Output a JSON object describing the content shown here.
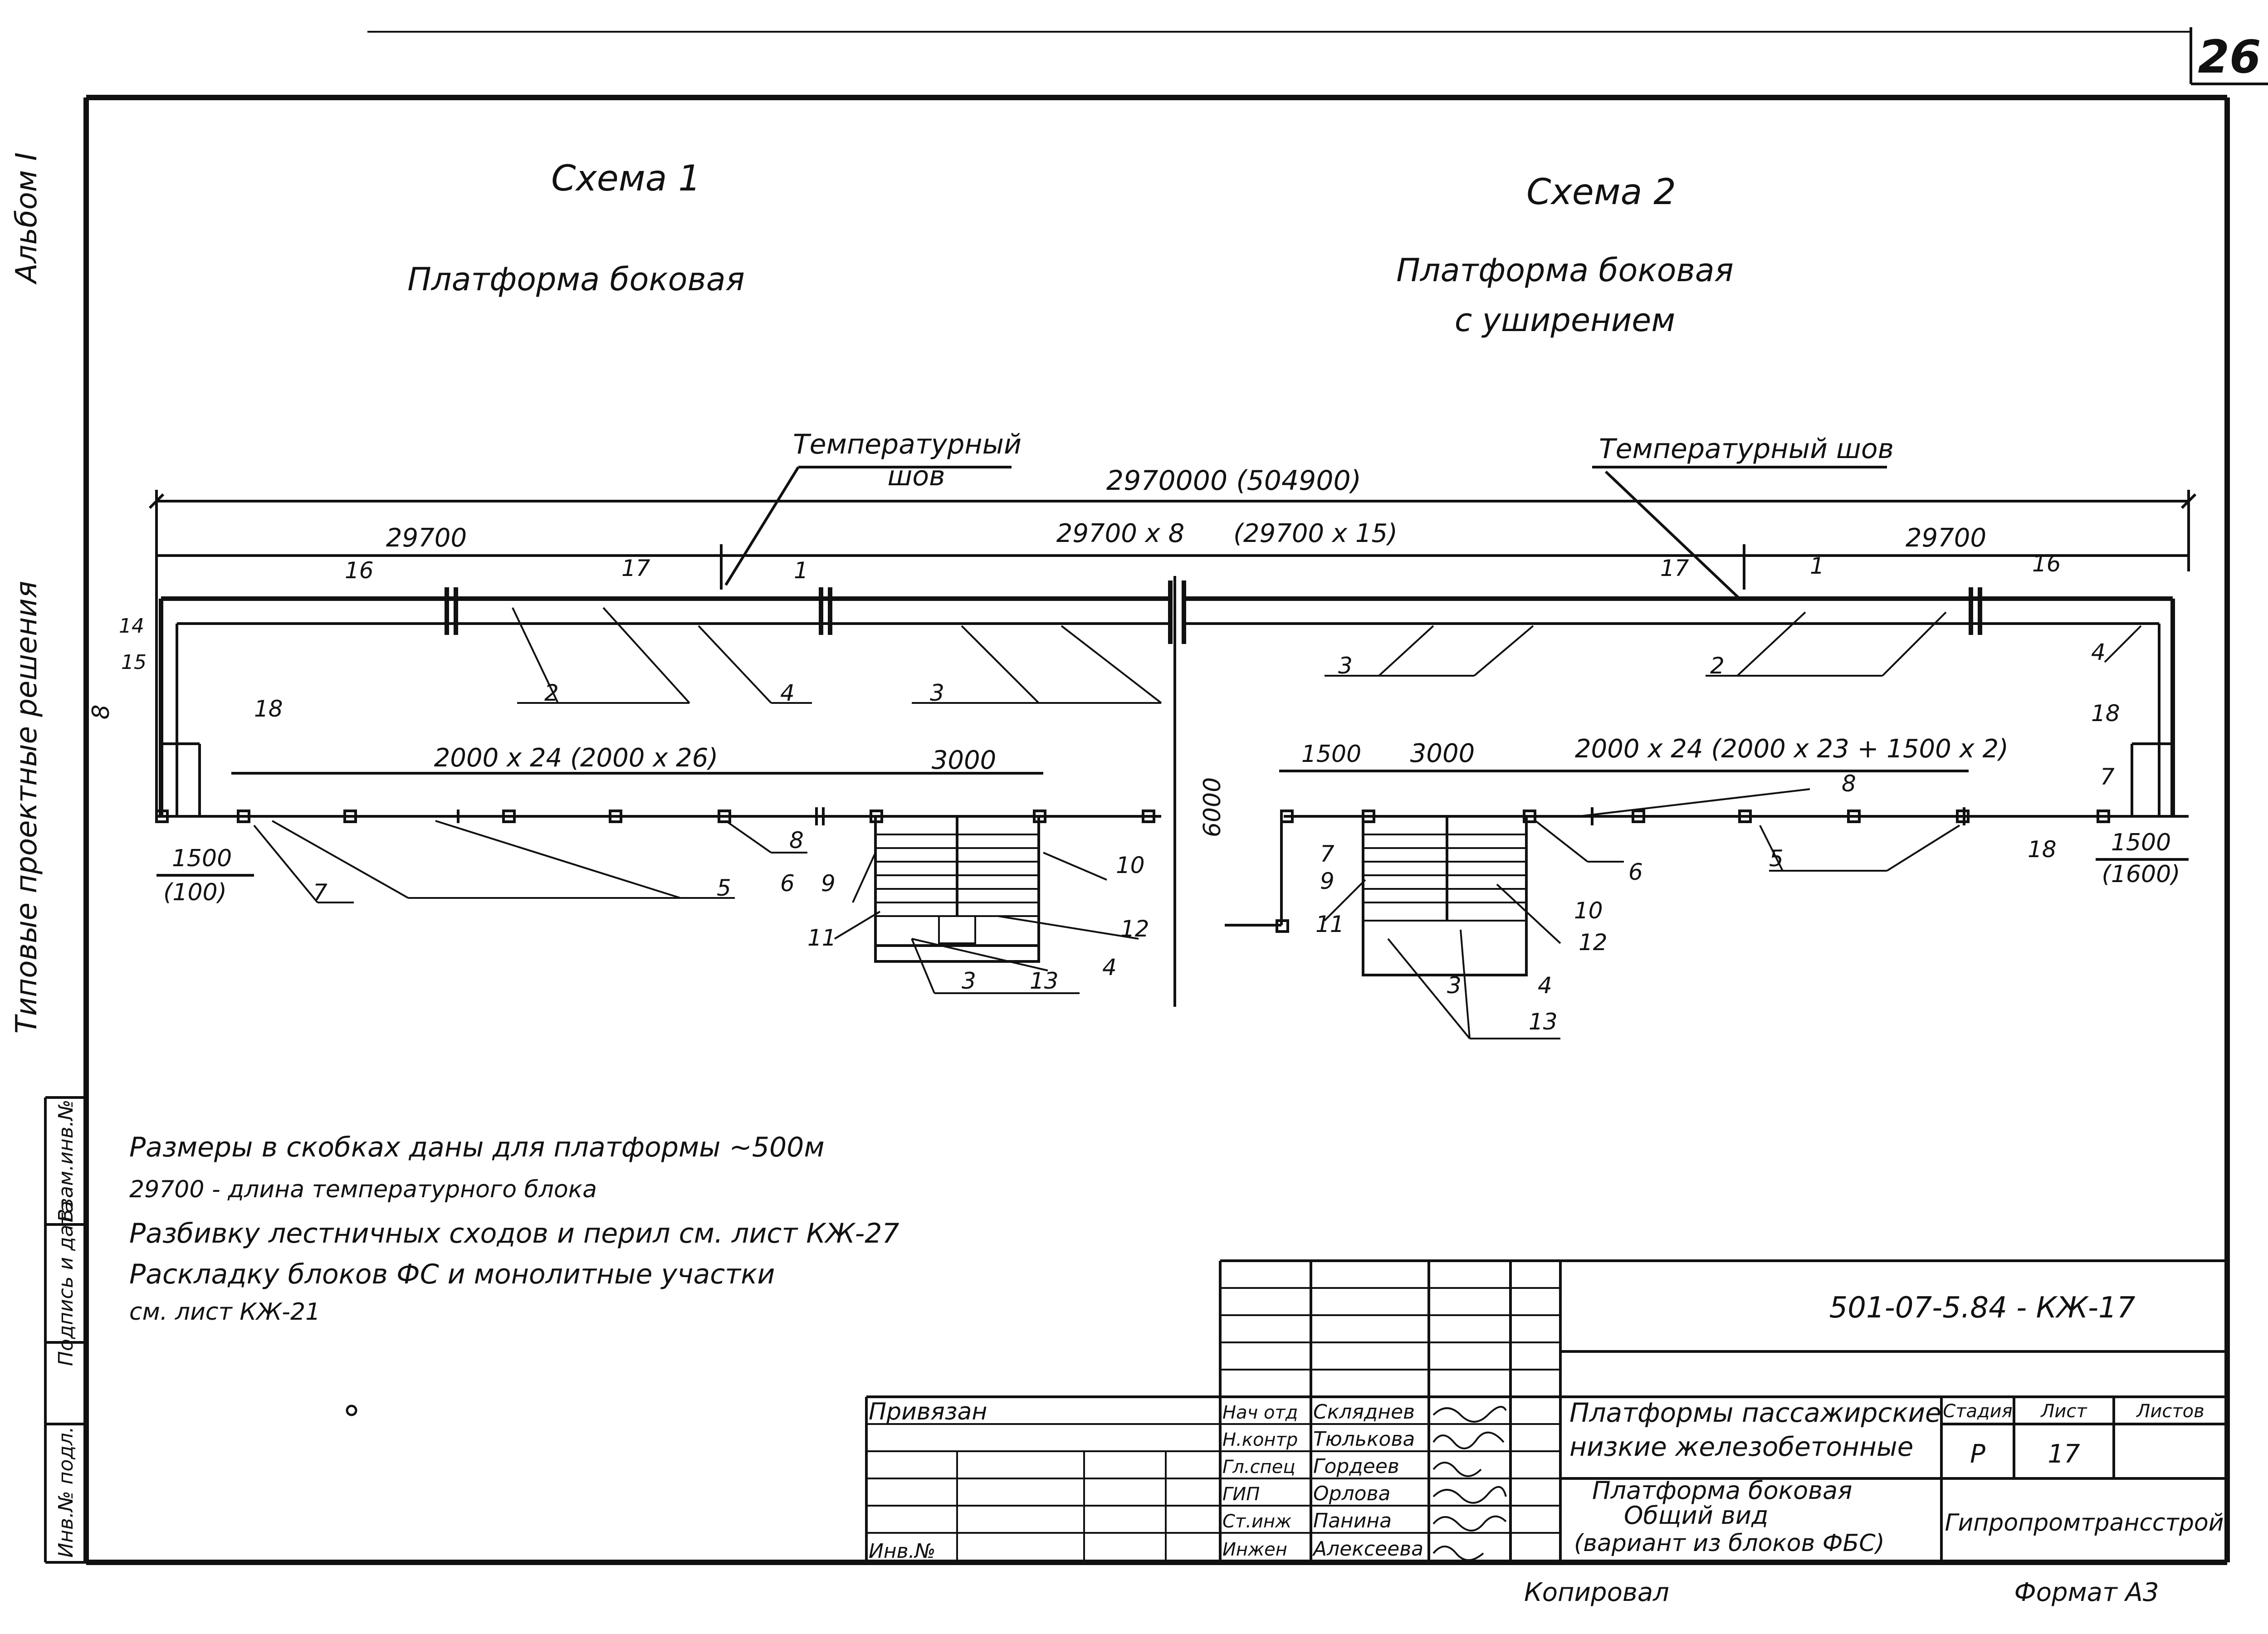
{
  "page_number": "26",
  "side": {
    "album": "Альбом I",
    "section": "Типовые проектные решения",
    "inv_orig": "Инв.№ подл.",
    "sign_date": "Подпись и дата",
    "vzam": "Взам.инв.№"
  },
  "scheme1": {
    "title": "Схема 1",
    "subtitle": "Платформа боковая"
  },
  "scheme2": {
    "title": "Схема 2",
    "subtitle_line1": "Платформа боковая",
    "subtitle_line2": "с уширением"
  },
  "labels": {
    "temp_seam_1a": "Температурный",
    "temp_seam_1b": "шов",
    "temp_seam_2": "Температурный шов",
    "overall_len": "2970000 (504900)",
    "seg_29700_left": "29700",
    "seg_middle": "29700 x 8",
    "seg_middle_alt": "(29700 x 15)",
    "seg_29700_right": "29700",
    "spacing_left": "2000 x 24 (2000 x 26)",
    "spacing_right": "2000 x 24 (2000 x 23 + 1500 x 2)",
    "stair_w_left": "3000",
    "stair_w_right": "3000",
    "stair_off_right": "1500",
    "width_6000": "6000",
    "left_end": "1500",
    "left_end_alt": "(100)",
    "right_end": "1500",
    "right_end_alt": "(1600)",
    "height_8": "8",
    "mark14": "14",
    "mark15": "15"
  },
  "pos_marks_left": [
    "16",
    "17",
    "1",
    "2",
    "3",
    "4",
    "18",
    "5",
    "6",
    "7",
    "8",
    "9",
    "10",
    "11",
    "12",
    "13",
    "3",
    "4"
  ],
  "pos_marks_right": [
    "17",
    "1",
    "16",
    "3",
    "2",
    "4",
    "18",
    "7",
    "9",
    "6",
    "8",
    "5",
    "18",
    "7",
    "10",
    "11",
    "12",
    "3",
    "4",
    "13"
  ],
  "notes": [
    "Размеры в скобках даны для платформы ~500м",
    "29700 - длина температурного блока",
    "Разбивку лестничных сходов и перил  см. лист КЖ-27",
    "Раскладку блоков ФС и монолитные участки",
    "см. лист КЖ-21"
  ],
  "title_block": {
    "doc_code": "501-07-5.84 - КЖ-17",
    "privyazan": "Привязан",
    "inv_no": "Инв.№",
    "roles": [
      "Нач отд",
      "Н.контр",
      "Гл.спец",
      "ГИП",
      "Ст.инж",
      "Инжен"
    ],
    "names": [
      "Скляднев",
      "Тюлькова",
      "Гордеев",
      "Орлова",
      "Панина",
      "Алексеева"
    ],
    "project_line1": "Платформы пассажирские",
    "project_line2": "низкие железобетонные",
    "sheet_line1": "Платформа боковая",
    "sheet_line2": "Общий вид",
    "sheet_line3": "(вариант из блоков ФБС)",
    "stage_h": "Стадия",
    "sheet_h": "Лист",
    "sheets_h": "Листов",
    "stage": "Р",
    "sheet": "17",
    "org": "Гипропромтрансстрой"
  },
  "footer": {
    "copied": "Копировал",
    "format": "Формат А3"
  }
}
